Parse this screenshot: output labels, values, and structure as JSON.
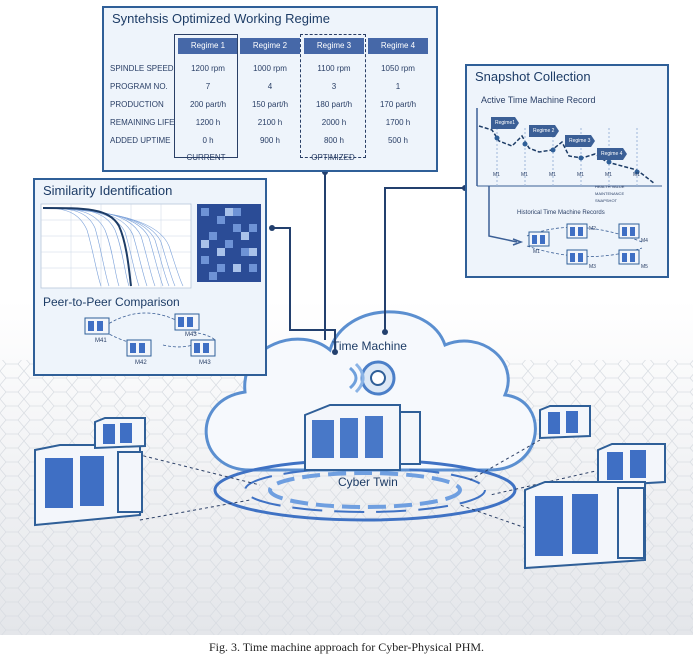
{
  "regime_panel": {
    "title": "Syntehsis Optimized Working Regime",
    "headers": [
      "Regime 1",
      "Regime 2",
      "Regime 3",
      "Regime 4"
    ],
    "rows": [
      {
        "label": "SPINDLE SPEED",
        "values": [
          "1200 rpm",
          "1000 rpm",
          "1100 rpm",
          "1050 rpm"
        ]
      },
      {
        "label": "PROGRAM NO.",
        "values": [
          "7",
          "4",
          "3",
          "1"
        ]
      },
      {
        "label": "PRODUCTION",
        "values": [
          "200 part/h",
          "150 part/h",
          "180 part/h",
          "170 part/h"
        ]
      },
      {
        "label": "REMAINING LIFE",
        "values": [
          "1200 h",
          "2100 h",
          "2000 h",
          "1700 h"
        ]
      },
      {
        "label": "ADDED UPTIME",
        "values": [
          "0 h",
          "900 h",
          "800 h",
          "500 h"
        ]
      }
    ],
    "current_label": "CURRENT",
    "optimized_label": "OPTIMIZED"
  },
  "snapshot_panel": {
    "title": "Snapshot Collection",
    "subtitle": "Active Time Machine Record",
    "regimes": [
      "Regime1",
      "Regime 2",
      "Regime 3",
      "Regime 4"
    ],
    "marks": [
      "M1",
      "M1",
      "M1",
      "M1",
      "M1",
      "M1"
    ],
    "legend": [
      "HEALTH VALUE",
      "MAINTENANCE",
      "SNAPSHOT"
    ],
    "historical_label": "Historical Time Machine Records",
    "machines": [
      "M1",
      "M2",
      "M3",
      "M4",
      "M5"
    ]
  },
  "similarity_panel": {
    "title": "Similarity Identification",
    "peer_label": "Peer-to-Peer Comparison",
    "machines": [
      "M41",
      "M42",
      "M43",
      "M43"
    ]
  },
  "center": {
    "time_machine_label": "Time Machine",
    "cyber_twin_label": "Cyber Twin"
  },
  "caption": "Fig. 3.  Time machine approach for Cyber-Physical PHM.",
  "colors": {
    "accent": "#4668a8",
    "border": "#2f5f98",
    "panel_bg": "#eef4fb"
  }
}
